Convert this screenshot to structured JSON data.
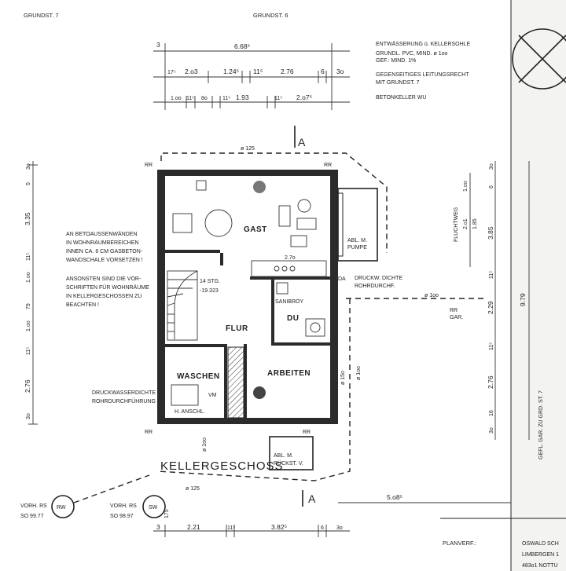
{
  "header": {
    "left": "GRUNDST. 7",
    "center": "GRUNDST. 6"
  },
  "notes_top_right": [
    "ENTWÄSSERUNG ü. KELLERSOHLE",
    "GRUNDL. PVC, MIND. ø 1oo",
    "GEF.: MIND. 1%",
    "GEGENSEITIGES LEITUNGSRECHT",
    "MIT GRUNDST. 7",
    "BETONKELLER WU"
  ],
  "notes_left": [
    "AN BETOAUSSENWÄNDEN",
    "IN WOHNRAUMBEREICHEN",
    "INNEN CA. 6 CM GASBETON-",
    "WANDSCHALE VORSETZEN !",
    "ANSONSTEN SIND DIE VOR-",
    "SCHRIFTEN FÜR WOHNRÄUME",
    "IN KELLERGESCHOSSEN ZU",
    "BEACHTEN !"
  ],
  "rooms": {
    "gast": "GAST",
    "flur": "FLUR",
    "du": "DU",
    "waschen": "WASCHEN",
    "arbeiten": "ARBEITEN"
  },
  "labels": {
    "stair_steps": "14 STG.",
    "stair_height": "-19.323",
    "sanibroy": "SANIBROY",
    "abl_pumpe_1": "ABL. M.",
    "abl_pumpe_2": "PUMPE",
    "druck_rohr_1": "DRUCKW. DICHTE",
    "druck_rohr_2": "ROHRDURCHF.",
    "druck_left_1": "DRUCKWASSERDICHTE",
    "druck_left_2": "ROHRDURCHFÜHRUNG",
    "h_anschl": "H. ANSCHL.",
    "vm": "VM",
    "abl_rueck_1": "ABL. M.",
    "abl_rueck_2": "RÜCKST. V.",
    "kitchen_dim": "2.7o",
    "da": "DA",
    "rr": "RR",
    "rr_gar": "RR",
    "gar": "GAR.",
    "fluchtweg": "FLUCHTWEG",
    "gefl_gar": "GEFL. GAR. ZU GRD. ST. 7",
    "pipe_125_top": "ø 125",
    "pipe_125_bottom": "ø 125",
    "pipe_100_right": "ø 1oo",
    "pipe_100_right2": "ø 1oo",
    "pipe_150": "ø 15o",
    "pipe_100_bottom": "ø 1oo",
    "section_a": "A",
    "kellergeschoss": "KELLERGESCHOSS",
    "vorh_rs_1": "VORH. RS",
    "vorh_rs_1_val": "SO 99.77",
    "vorh_rs_2": "VORH. RS",
    "vorh_rs_2_val": "SO 98.97",
    "rw": "RW",
    "sw": "SW",
    "sw_val": "175",
    "planverf": "PLANVERF.:",
    "owner_1": "OSWALD SCH",
    "owner_2": "LIMBERGEN 1",
    "owner_3": "483o1 NOTTU"
  },
  "dims_top": {
    "left_3": "3",
    "total": "6.68⁵",
    "row1": [
      "17⁵",
      "2.o3",
      "1.24⁵",
      "11⁵",
      "2.76",
      "6",
      "3o"
    ],
    "row2": [
      "1.oo",
      "11⁵",
      "8o",
      "11⁵",
      "1.93",
      "11⁵",
      "2.o7⁵"
    ]
  },
  "dims_left": [
    "3o",
    "5",
    "3.35",
    "11⁵",
    "1.oo",
    "79",
    "1.oo",
    "11⁵",
    "2.76",
    "3o"
  ],
  "dims_right": [
    "3o",
    "1.oo",
    "6",
    "3.85",
    "11⁵",
    "2.29",
    "11⁵",
    "2.76",
    "16",
    "3o"
  ],
  "dims_right_extra": {
    "v1": "2.o1",
    "v2": "1.85",
    "total": "9.79"
  },
  "dims_bottom": {
    "right_total": "5.o8⁵",
    "row": [
      "3",
      "2.21",
      "11⁵",
      "3.82⁵",
      "6",
      "3o"
    ]
  }
}
